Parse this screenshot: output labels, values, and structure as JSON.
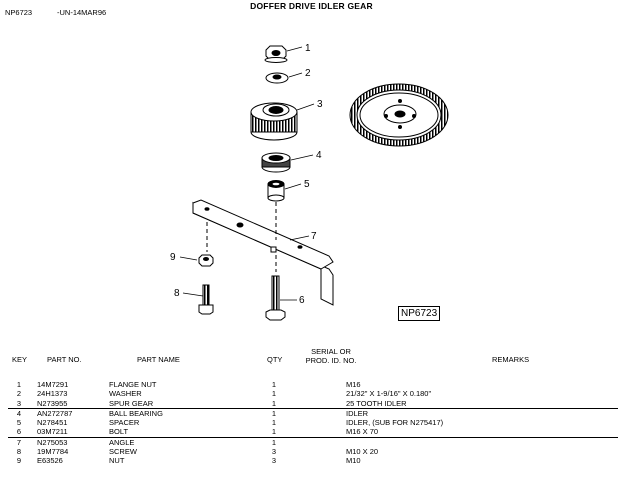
{
  "header": {
    "doc_id": "NP6723",
    "date_code": "-UN-14MAR96",
    "title": "DOFFER DRIVE IDLER GEAR"
  },
  "figure": {
    "id_box": "NP6723",
    "callouts": [
      "1",
      "2",
      "3",
      "4",
      "5",
      "7",
      "9",
      "8",
      "6"
    ]
  },
  "table": {
    "headers": {
      "key": "KEY",
      "part_no": "PART NO.",
      "part_name": "PART NAME",
      "qty": "QTY",
      "serial_line1": "SERIAL OR",
      "serial_line2": "PROD. ID. NO.",
      "remarks": "REMARKS"
    },
    "rows": [
      {
        "key": "1",
        "part_no": "14M7291",
        "name": "FLANGE NUT",
        "qty": "1",
        "serial": "",
        "remarks": "M16"
      },
      {
        "key": "2",
        "part_no": "24H1373",
        "name": "WASHER",
        "qty": "1",
        "serial": "",
        "remarks": "21/32\" X 1-9/16\" X 0.180\""
      },
      {
        "key": "3",
        "part_no": "N273955",
        "name": "SPUR GEAR",
        "qty": "1",
        "serial": "",
        "remarks": "25 TOOTH IDLER"
      },
      {
        "key": "4",
        "part_no": "AN272787",
        "name": "BALL BEARING",
        "qty": "1",
        "serial": "",
        "remarks": "IDLER"
      },
      {
        "key": "5",
        "part_no": "N278451",
        "name": "SPACER",
        "qty": "1",
        "serial": "",
        "remarks": "IDLER, (SUB FOR N275417)"
      },
      {
        "key": "6",
        "part_no": "03M7211",
        "name": "BOLT",
        "qty": "1",
        "serial": "",
        "remarks": "M16 X 70"
      },
      {
        "key": "7",
        "part_no": "N275053",
        "name": "ANGLE",
        "qty": "1",
        "serial": "",
        "remarks": ""
      },
      {
        "key": "8",
        "part_no": "19M7784",
        "name": "SCREW",
        "qty": "3",
        "serial": "",
        "remarks": "M10 X 20"
      },
      {
        "key": "9",
        "part_no": "E63526",
        "name": "NUT",
        "qty": "3",
        "serial": "",
        "remarks": "M10"
      }
    ]
  }
}
